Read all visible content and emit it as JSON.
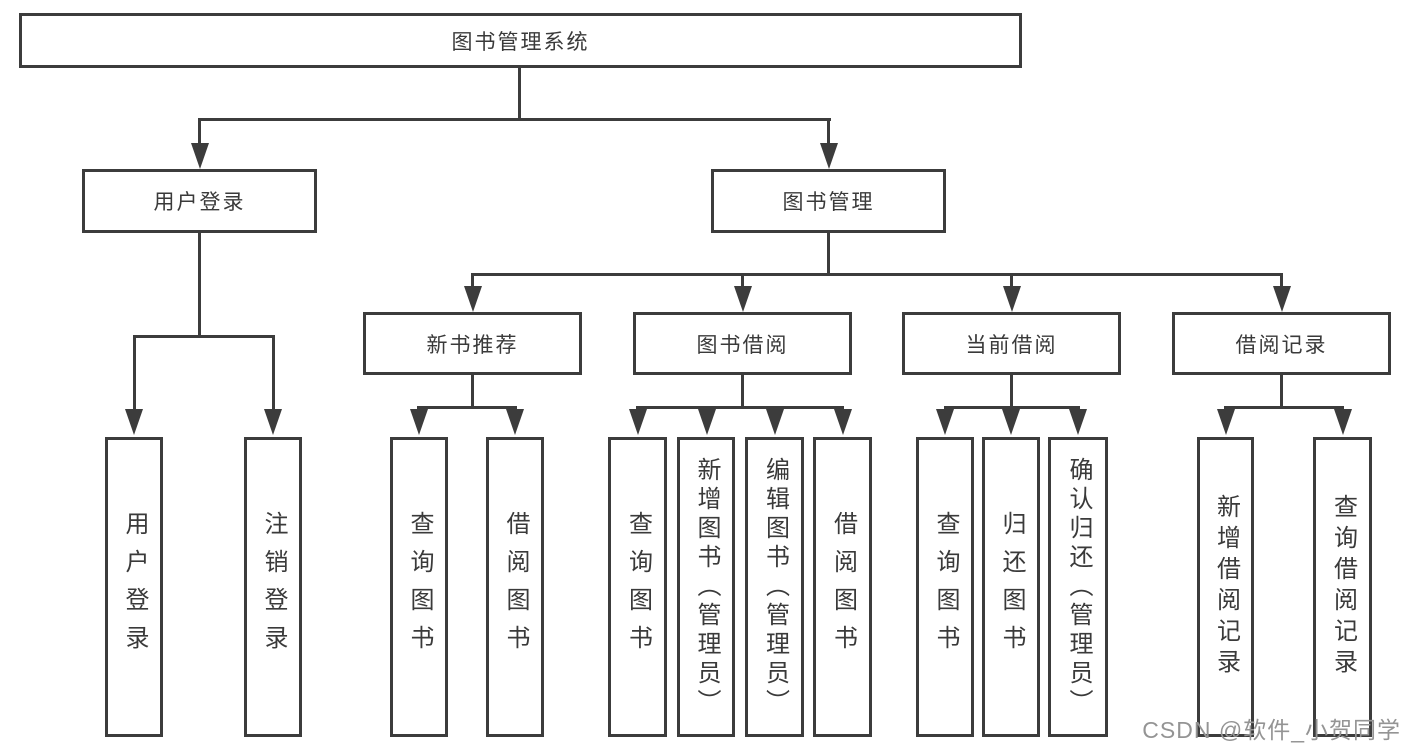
{
  "diagram": {
    "root": {
      "label": "图书管理系统"
    },
    "branches": {
      "user_login": {
        "label": "用户登录",
        "children": {
          "login": {
            "label": "用户登录"
          },
          "logout": {
            "label": "注销登录"
          }
        }
      },
      "book_mgmt": {
        "label": "图书管理",
        "children": {
          "new_book_rec": {
            "label": "新书推荐",
            "children": {
              "query": {
                "label": "查询图书"
              },
              "borrow": {
                "label": "借阅图书"
              }
            }
          },
          "book_borrow": {
            "label": "图书借阅",
            "children": {
              "query": {
                "label": "查询图书"
              },
              "add": {
                "label": "新增图书（管理员）"
              },
              "edit": {
                "label": "编辑图书（管理员）"
              },
              "borrow": {
                "label": "借阅图书"
              }
            }
          },
          "current_borrow": {
            "label": "当前借阅",
            "children": {
              "query": {
                "label": "查询图书"
              },
              "return": {
                "label": "归还图书"
              },
              "confirm": {
                "label": "确认归还（管理员）"
              }
            }
          },
          "borrow_records": {
            "label": "借阅记录",
            "children": {
              "add": {
                "label": "新增借阅记录"
              },
              "query": {
                "label": "查询借阅记录"
              }
            }
          }
        }
      }
    }
  },
  "watermark": {
    "text": "CSDN @软件_小贺同学"
  },
  "colors": {
    "line": "#3c3c3c",
    "text": "#3a3a3a",
    "watermark": "#949494",
    "background": "#ffffff"
  }
}
